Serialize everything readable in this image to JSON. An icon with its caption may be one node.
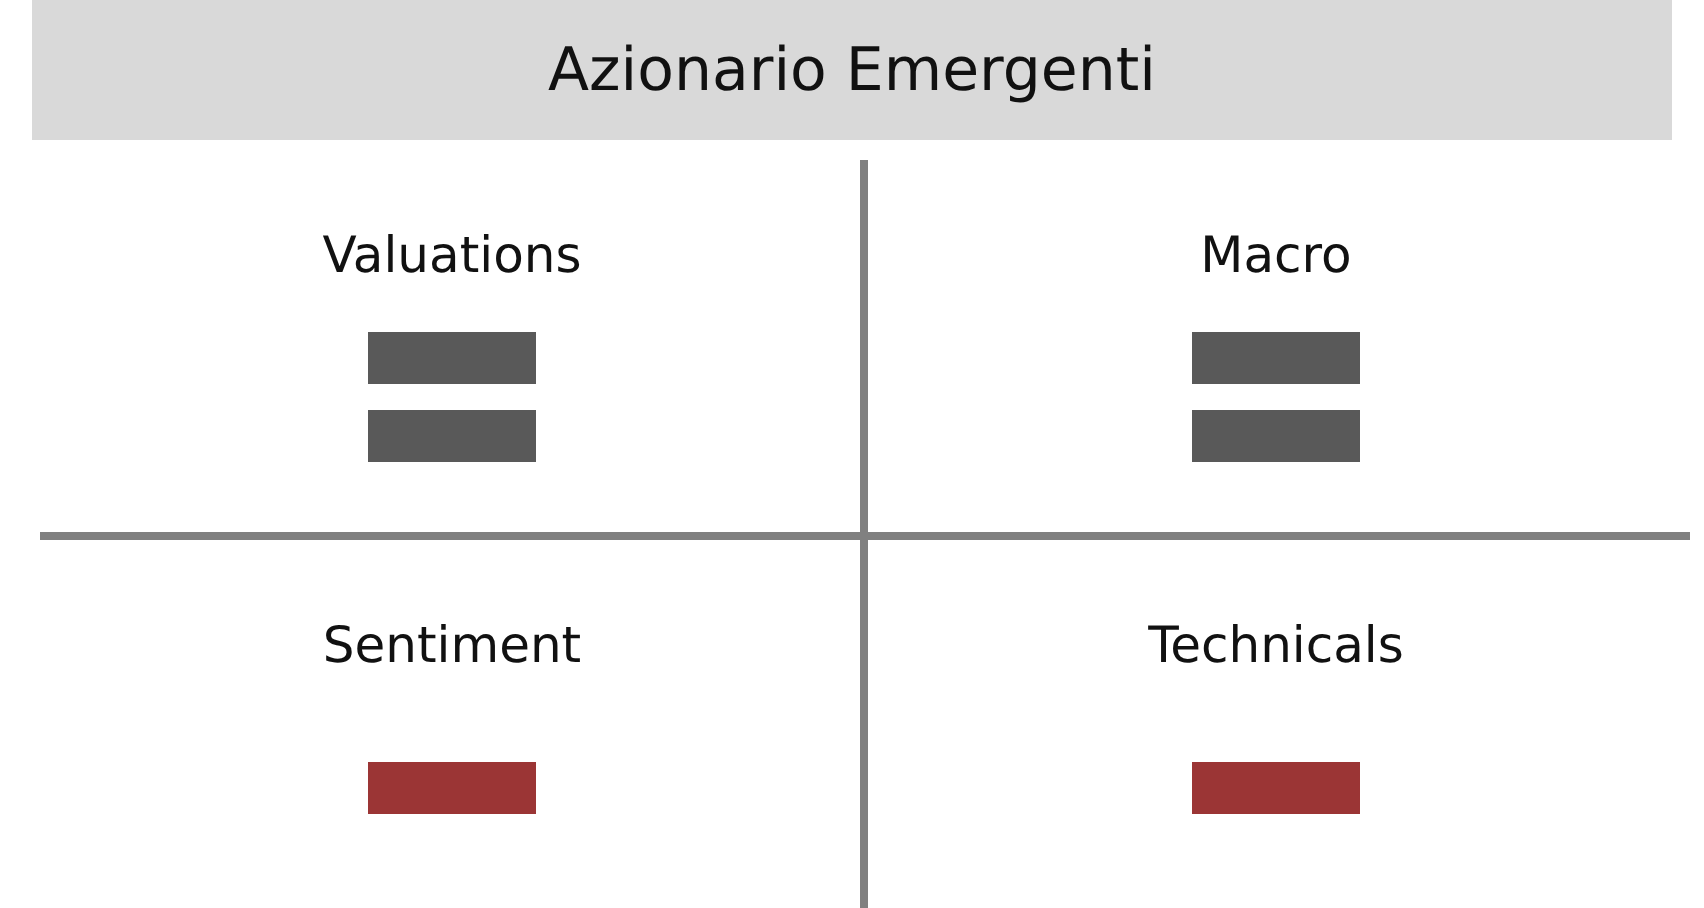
{
  "diagram": {
    "title": "Azionario Emergenti",
    "nodes": [
      {
        "text": [
          "Valuations"
        ]
      },
      {
        "text": [],
        "shape": "equals",
        "in": 0
      },
      {
        "text": [
          "Macro"
        ]
      },
      {
        "text": [],
        "shape": "equals",
        "in": 2
      },
      {
        "text": [
          "Sentiment"
        ]
      },
      {
        "text": [],
        "shape": "minus",
        "in": 4
      },
      {
        "text": [
          "Technicals"
        ]
      },
      {
        "text": [],
        "shape": "minus",
        "in": 6
      }
    ]
  }
}
